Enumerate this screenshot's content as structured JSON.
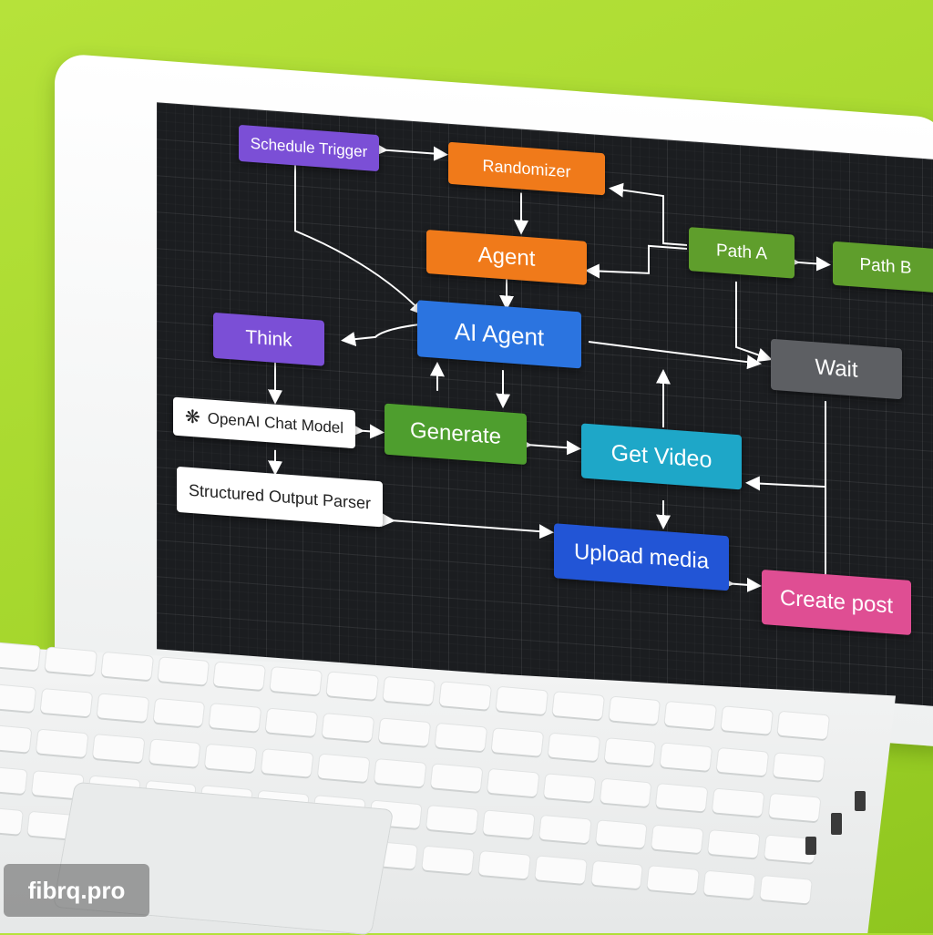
{
  "colors": {
    "background": "#a8d92e",
    "canvas": "#1b1d20",
    "connector": "#ffffff"
  },
  "workflow": {
    "nodes": {
      "schedule_trigger": {
        "label": "Schedule Trigger",
        "color": "#7b4fd6"
      },
      "randomizer": {
        "label": "Randomizer",
        "color": "#f07a1a"
      },
      "path_a": {
        "label": "Path A",
        "color": "#5f9e2c"
      },
      "path_b": {
        "label": "Path B",
        "color": "#5f9e2c"
      },
      "agent": {
        "label": "Agent",
        "color": "#f07a1a"
      },
      "ai_agent": {
        "label": "AI Agent",
        "color": "#2b74e0"
      },
      "think": {
        "label": "Think",
        "color": "#7b4fd6"
      },
      "wait": {
        "label": "Wait",
        "color": "#5d5f63"
      },
      "openai_chat_model": {
        "label": "OpenAI Chat Model",
        "icon": "openai-logo-icon",
        "color": "#ffffff"
      },
      "generate": {
        "label": "Generate",
        "color": "#4e9e2e"
      },
      "get_video": {
        "label": "Get Video",
        "color": "#1ea7c8"
      },
      "structured_output_parser": {
        "label": "Structured Output Parser",
        "color": "#ffffff"
      },
      "upload_media": {
        "label": "Upload media",
        "color": "#2255d6"
      },
      "create_post": {
        "label": "Create post",
        "color": "#df4e93"
      }
    }
  },
  "watermark": {
    "text": "fibrq.pro"
  }
}
